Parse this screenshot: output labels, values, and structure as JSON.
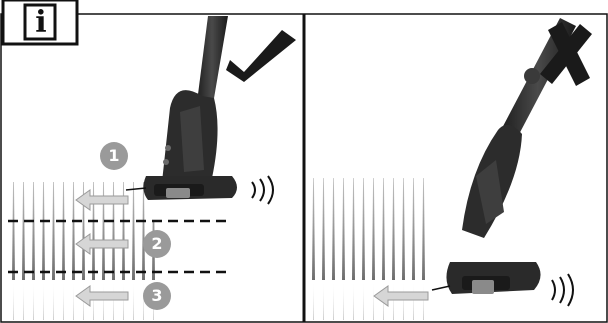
{
  "info_badge": {
    "glyph": "i",
    "icon": "info-icon"
  },
  "steps": [
    {
      "number": "1"
    },
    {
      "number": "2"
    },
    {
      "number": "3"
    }
  ],
  "left_panel": {
    "verdict": "correct",
    "icon": "checkmark-icon"
  },
  "right_panel": {
    "verdict": "incorrect",
    "icon": "cross-icon"
  },
  "colors": {
    "border": "#111111",
    "tool_body": "#2b2b2b",
    "tool_highlight": "#5a5a5a",
    "grass_dark": "#7a7a7a",
    "grass_light": "#e2e2e2",
    "badge_gray": "#9a9a9a",
    "arrow_fill": "#d6d6d6"
  }
}
